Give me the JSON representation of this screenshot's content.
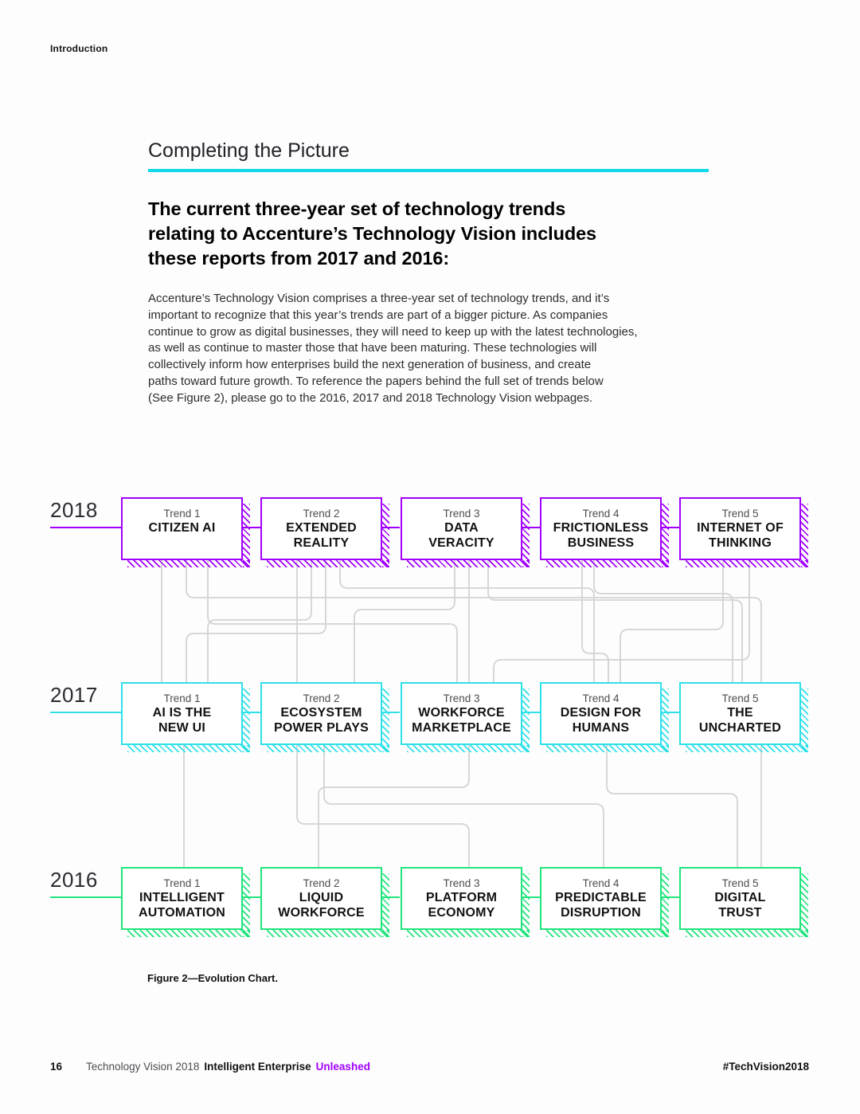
{
  "page": {
    "section_label": "Introduction",
    "title": "Completing the Picture",
    "heading": "The current three-year set of technology trends\nrelating to Accenture’s Technology Vision includes\nthese reports from 2017 and 2016:",
    "body": "Accenture’s Technology Vision comprises a three-year set of technology trends, and it’s\nimportant to recognize that this year’s trends are part of a bigger picture. As companies\ncontinue to grow as digital businesses, they will need to keep up with the latest technologies,\nas well as continue to master those that have been maturing. These technologies will\ncollectively inform how enterprises build the next generation of business, and create\npaths toward future growth. To reference the papers behind the full set of trends below\n(See Figure 2), please go to the 2016, 2017 and 2018 Technology Vision webpages.",
    "figure_caption": "Figure 2—Evolution Chart."
  },
  "colors": {
    "title_rule": "#0fd8e8",
    "purple_2018": "#a100ff",
    "cyan_2017": "#2ee0e8",
    "green_2016": "#21e47c",
    "connector_gray": "#d3d3d5",
    "footer_accent": "#a100ff"
  },
  "evolution_chart": {
    "rows": [
      {
        "year": "2018",
        "color": "#a100ff",
        "trends": [
          {
            "label": "Trend 1",
            "name": "CITIZEN AI"
          },
          {
            "label": "Trend 2",
            "name": "EXTENDED\nREALITY"
          },
          {
            "label": "Trend 3",
            "name": "DATA\nVERACITY"
          },
          {
            "label": "Trend 4",
            "name": "FRICTIONLESS\nBUSINESS"
          },
          {
            "label": "Trend 5",
            "name": "INTERNET OF\nTHINKING"
          }
        ]
      },
      {
        "year": "2017",
        "color": "#2ee0e8",
        "trends": [
          {
            "label": "Trend 1",
            "name": "AI IS THE\nNEW UI"
          },
          {
            "label": "Trend 2",
            "name": "ECOSYSTEM\nPOWER PLAYS"
          },
          {
            "label": "Trend 3",
            "name": "WORKFORCE\nMARKETPLACE"
          },
          {
            "label": "Trend 4",
            "name": "DESIGN FOR\nHUMANS"
          },
          {
            "label": "Trend 5",
            "name": "THE\nUNCHARTED"
          }
        ]
      },
      {
        "year": "2016",
        "color": "#21e47c",
        "trends": [
          {
            "label": "Trend 1",
            "name": "INTELLIGENT\nAUTOMATION"
          },
          {
            "label": "Trend 2",
            "name": "LIQUID\nWORKFORCE"
          },
          {
            "label": "Trend 3",
            "name": "PLATFORM\nECONOMY"
          },
          {
            "label": "Trend 4",
            "name": "PREDICTABLE\nDISRUPTION"
          },
          {
            "label": "Trend 5",
            "name": "DIGITAL\nTRUST"
          }
        ]
      }
    ],
    "connections_2018_2017": [
      [
        203,
        null,
        203
      ],
      [
        234,
        750,
        956
      ],
      [
        261,
        783,
        574
      ],
      [
        373,
        null,
        373
      ],
      [
        391,
        778,
        261
      ],
      [
        409,
        795,
        234
      ],
      [
        427,
        738,
        746
      ],
      [
        571,
        765,
        445
      ],
      [
        589,
        null,
        589
      ],
      [
        613,
        753,
        932
      ],
      [
        731,
        820,
        764
      ],
      [
        746,
        745,
        920
      ],
      [
        908,
        790,
        779
      ],
      [
        941,
        828,
        620
      ]
    ],
    "connections_2017_2016": [
      [
        231,
        null,
        231
      ],
      [
        373,
        1034,
        589
      ],
      [
        407,
        1009,
        758
      ],
      [
        589,
        988,
        400
      ],
      [
        762,
        996,
        926
      ],
      [
        956,
        null,
        956
      ]
    ]
  },
  "footer": {
    "page_number": "16",
    "brand": "Technology Vision 2018",
    "brand_bold": "Intelligent Enterprise",
    "brand_accent": "Unleashed",
    "hashtag": "#TechVision2018"
  }
}
